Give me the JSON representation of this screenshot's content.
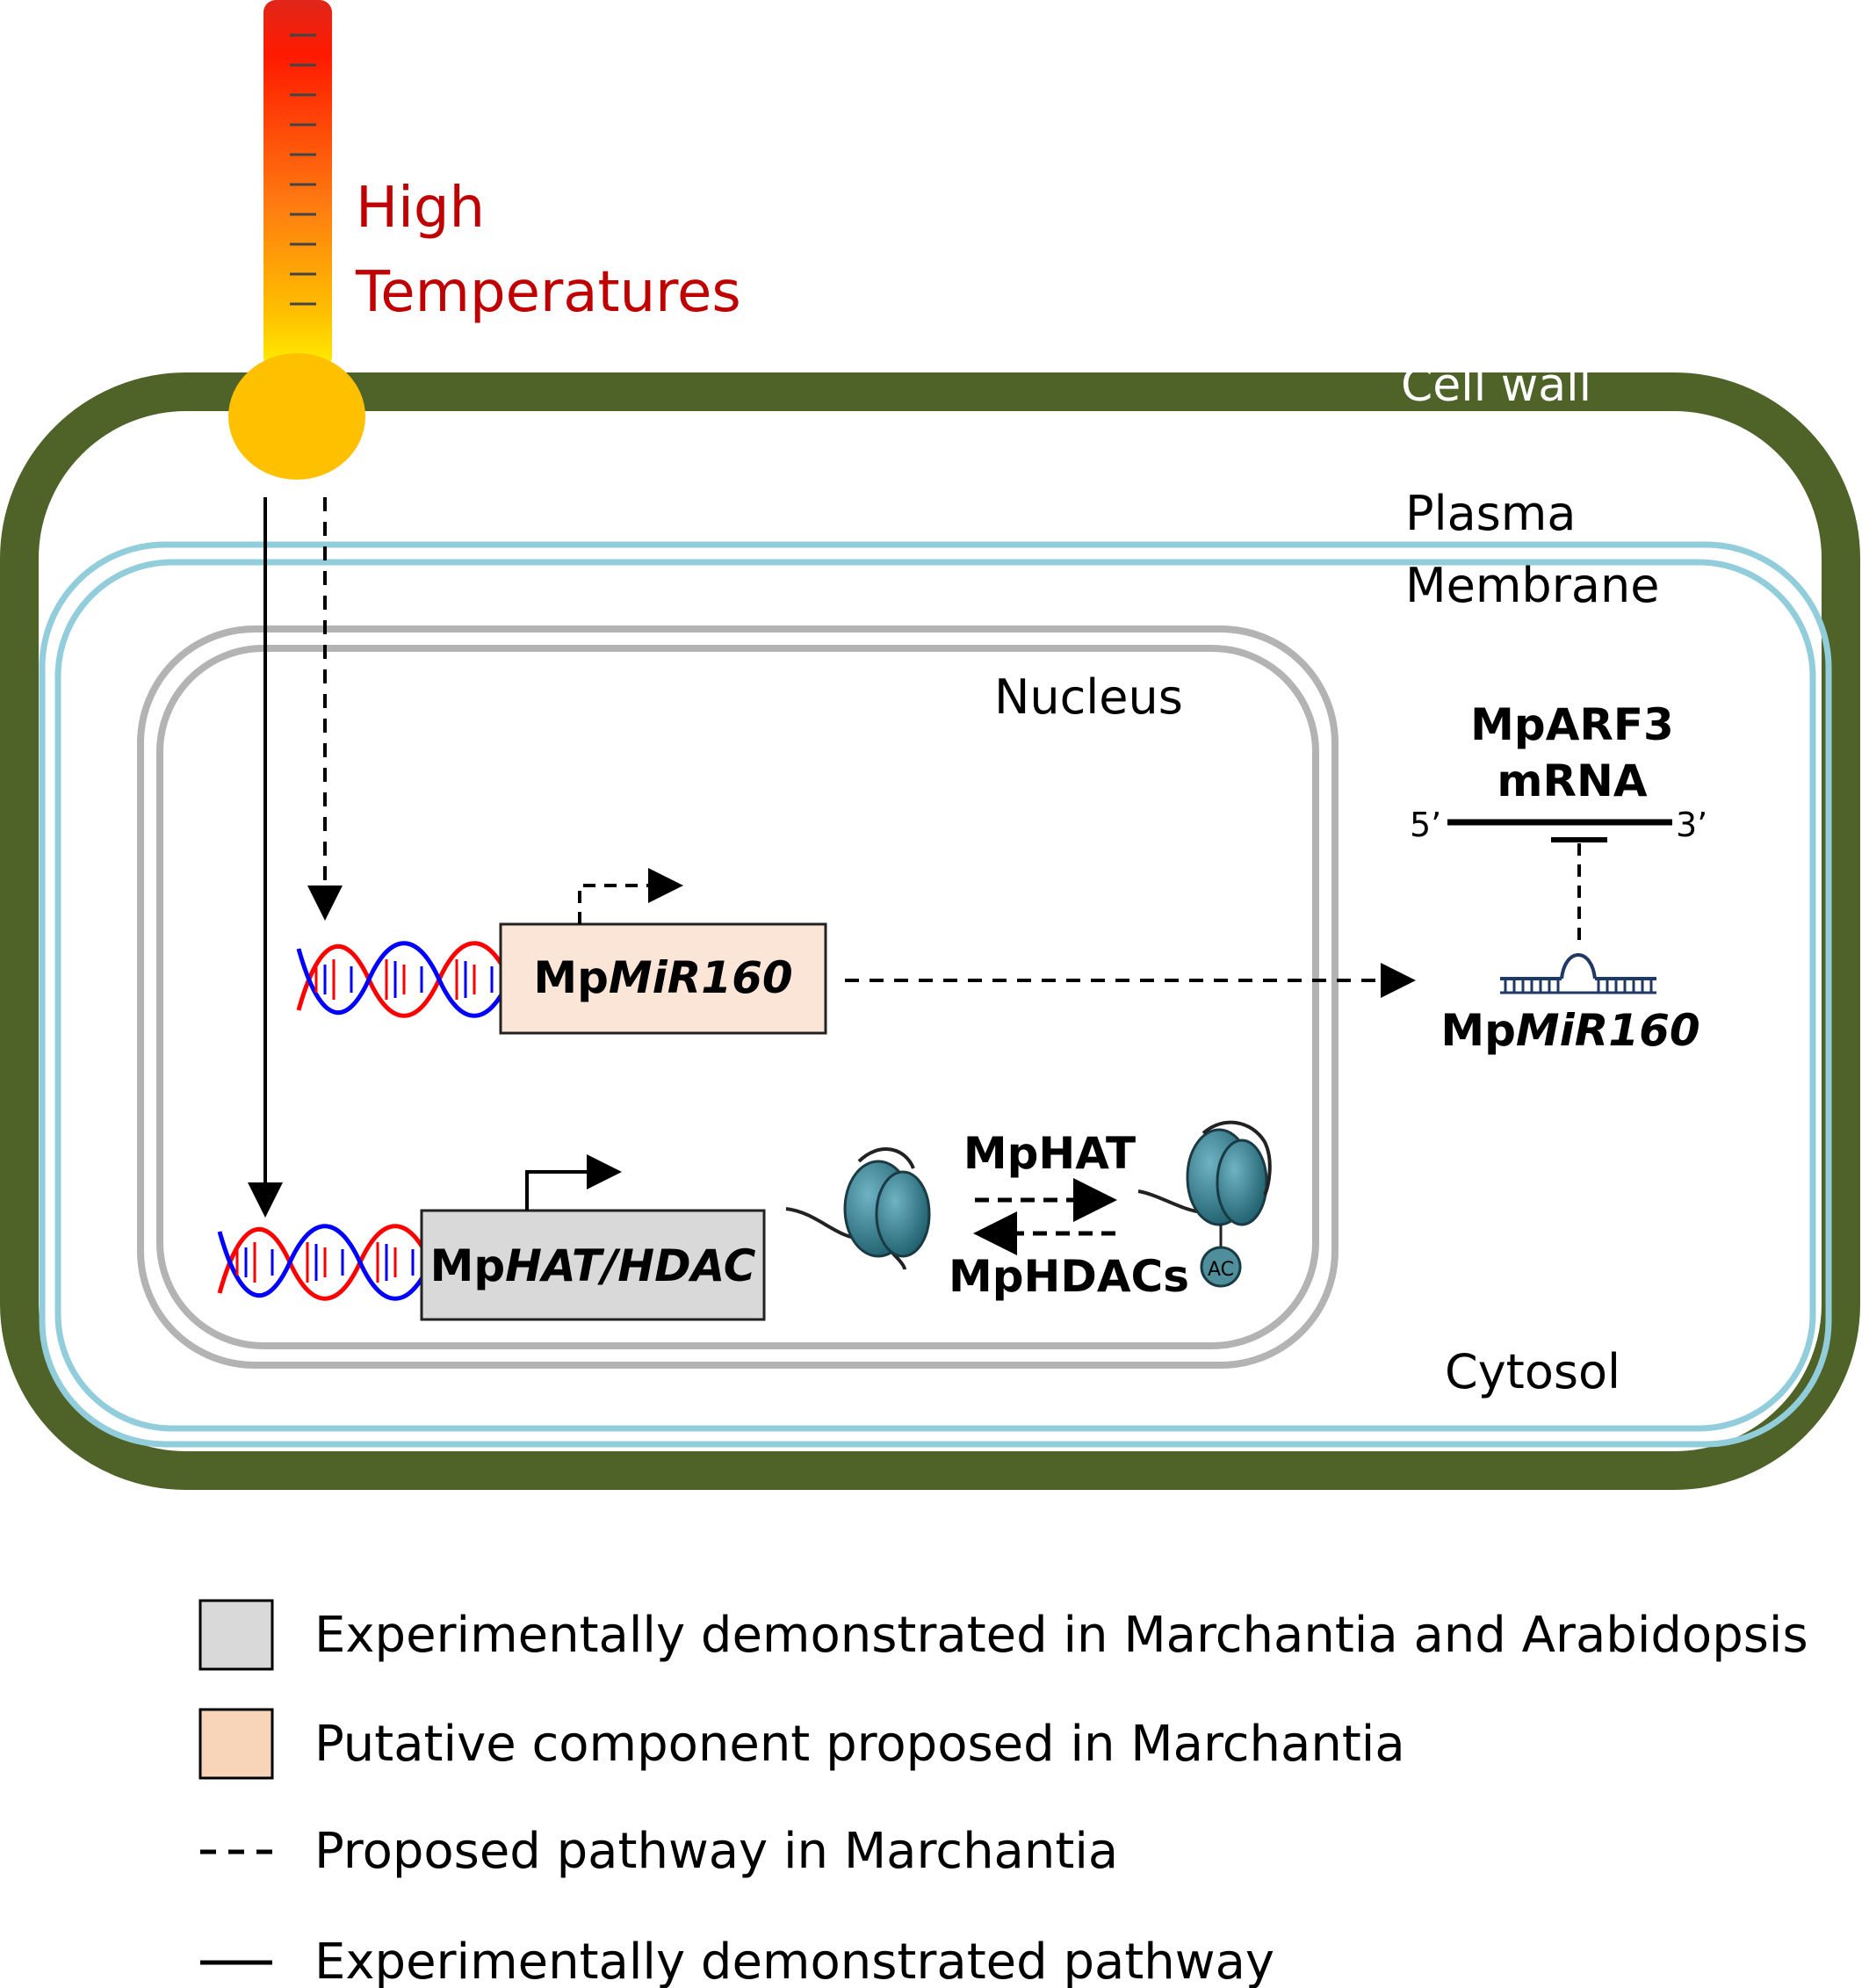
{
  "stimulus": {
    "line1": "High",
    "line2": "Temperatures"
  },
  "compartments": {
    "cell_wall": "Cell wall",
    "plasma_membrane_line1": "Plasma",
    "plasma_membrane_line2": "Membrane",
    "nucleus": "Nucleus",
    "cytosol": "Cytosol"
  },
  "genes": {
    "mir160_prefix": "Mp",
    "mir160_italic": "MiR160",
    "hat_prefix": "Mp",
    "hat_italic": "HAT/HDAC"
  },
  "target_mrna": {
    "line1": "MpARF3",
    "line2": "mRNA",
    "five_prime": "5’",
    "three_prime": "3’"
  },
  "mirna": {
    "prefix": "Mp",
    "italic": "MiR160"
  },
  "chromatin": {
    "forward_label": "MpHAT",
    "reverse_label": "MpHDACs",
    "acetyl_tag": "AC"
  },
  "legend": {
    "items": [
      {
        "label": "Experimentally demonstrated in Marchantia and Arabidopsis",
        "swatch_color": "#d9d9d9"
      },
      {
        "label": "Putative component proposed in Marchantia",
        "swatch_color": "#f8d5b8"
      },
      {
        "label": "Proposed pathway in Marchantia",
        "line_style": "dashed"
      },
      {
        "label": "Experimentally demonstrated pathway",
        "line_style": "solid"
      }
    ]
  },
  "colors": {
    "cell_wall": "#4f6228",
    "plasma_membrane": "#92cddc",
    "nucleus": "#b3b3b3",
    "stimulus_text": "#c00000",
    "mir160_box": "#fbe5d6",
    "hat_box": "#d9d9d9",
    "dna_strand_a": "#ff0000",
    "dna_strand_b": "#0000ff",
    "nucleosome": "#31859c"
  }
}
